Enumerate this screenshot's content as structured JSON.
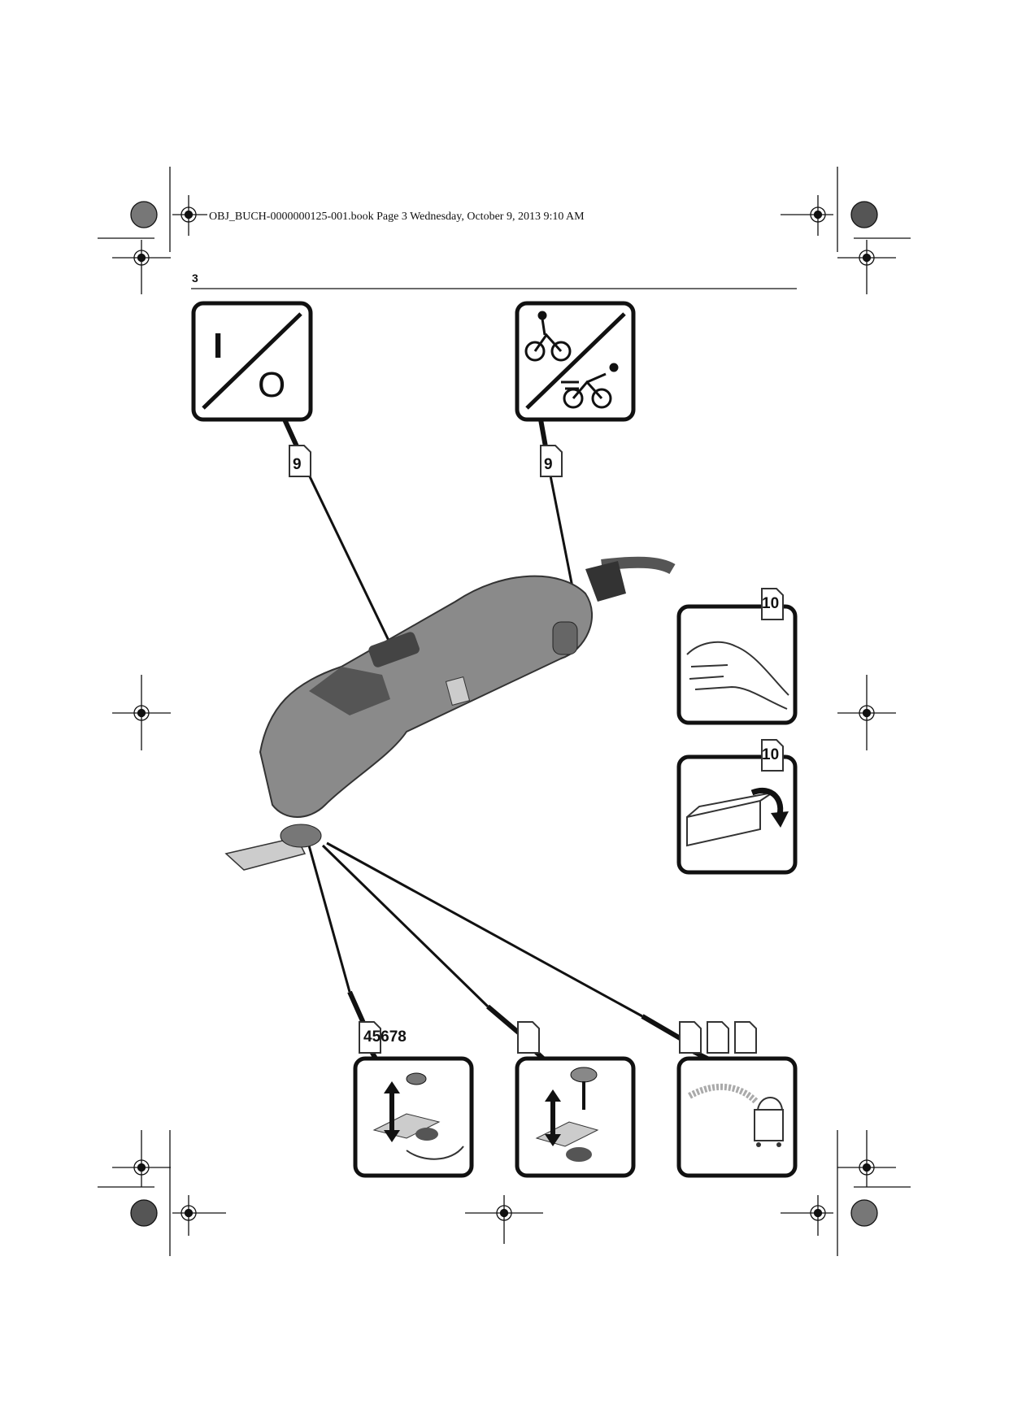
{
  "header": {
    "slug": "OBJ_BUCH-0000000125-001.book  Page 3  Wednesday, October 9, 2013  9:10 AM"
  },
  "page_number": "3",
  "refs": {
    "on_off": "9",
    "speed": "9",
    "hand": "10",
    "box": "10",
    "tool_change": "45678",
    "tool_change_2": "",
    "dust": [
      "",
      "",
      ""
    ]
  },
  "icons": {
    "on_label": "I",
    "off_label": "O"
  }
}
